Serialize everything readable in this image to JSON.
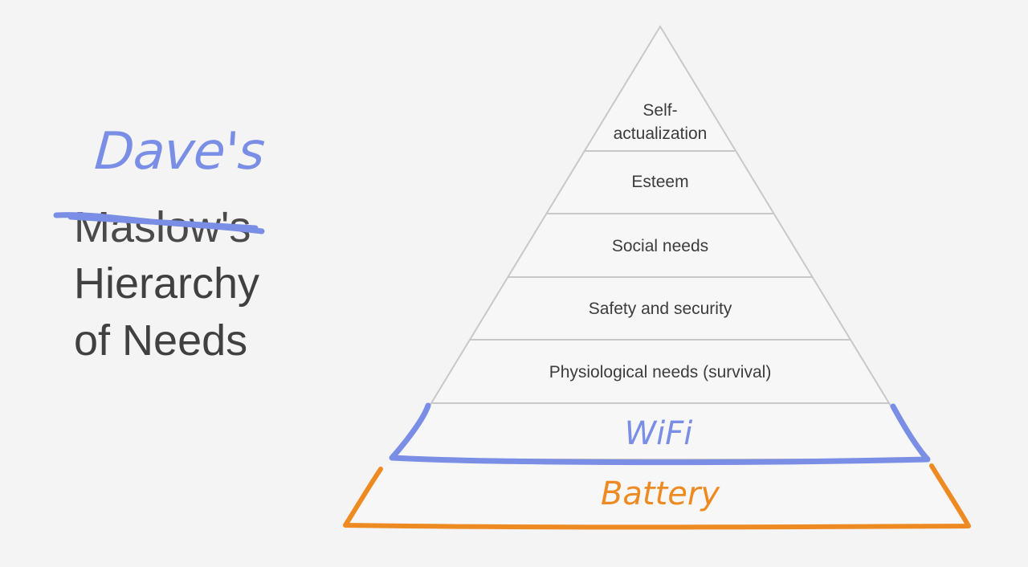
{
  "title": {
    "handwritten_name": "Dave's",
    "struck_word": "Maslow's",
    "line2": "Hierarchy",
    "line3": "of Needs"
  },
  "pyramid": {
    "tiers": [
      {
        "lines": [
          "Self-",
          "actualization"
        ]
      },
      {
        "lines": [
          "Esteem"
        ]
      },
      {
        "lines": [
          "Social needs"
        ]
      },
      {
        "lines": [
          "Safety and security"
        ]
      },
      {
        "lines": [
          "Physiological needs (survival)"
        ]
      }
    ],
    "added_tiers": [
      {
        "label": "WiFi",
        "color": "#7b8ee6"
      },
      {
        "label": "Battery",
        "color": "#ee8a22"
      }
    ]
  },
  "colors": {
    "background": "#f4f4f4",
    "text": "#404040",
    "pyramid_lines": "#c8c8c8",
    "handwriting_blue": "#7b8ee6",
    "handwriting_orange": "#ee8a22"
  }
}
